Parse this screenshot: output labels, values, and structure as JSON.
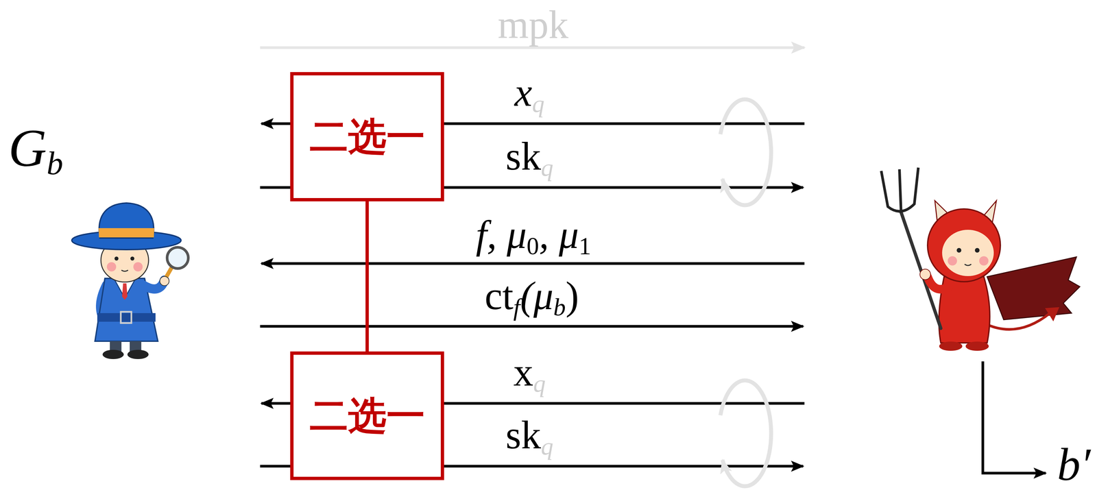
{
  "diagram": {
    "nodes": [
      {
        "text": [
          "二选一"
        ]
      },
      {
        "text": [
          "二选一"
        ]
      }
    ],
    "edges": [
      {
        "from": 0,
        "to": 1,
        "arrow": "none"
      }
    ],
    "labels": [
      "mpk",
      "G",
      "b",
      "x",
      "q",
      "sk",
      "q",
      "f, μ",
      "0",
      ", μ",
      "1",
      "ct",
      "f",
      "(μ",
      "b",
      ")",
      "x",
      "q",
      "sk",
      "q",
      "b′"
    ]
  }
}
